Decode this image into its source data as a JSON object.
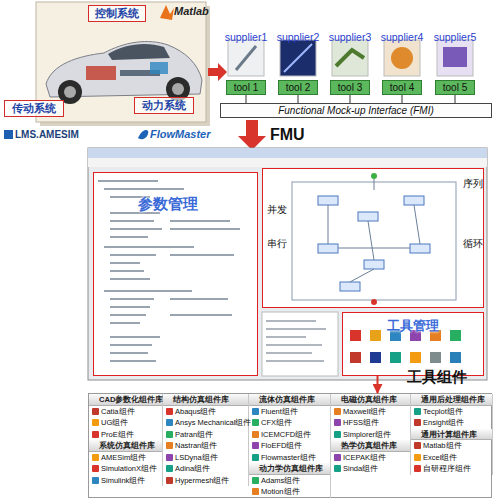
{
  "diagram": {
    "nodes": [
      {
        "text": [
          "控制系统"
        ]
      },
      {
        "text": [
          "传动系统"
        ]
      },
      {
        "text": [
          "动力系统"
        ]
      },
      {
        "text": [
          "supplier1",
          "tool 1"
        ]
      },
      {
        "text": [
          "supplier2",
          "tool 2"
        ]
      },
      {
        "text": [
          "supplier3",
          "tool 3"
        ]
      },
      {
        "text": [
          "supplier4",
          "tool 4"
        ]
      },
      {
        "text": [
          "supplier5",
          "tool 5"
        ]
      },
      {
        "text": [
          "Functional Mock-up Interface (FMI)"
        ]
      },
      {
        "text": [
          "参数管理"
        ]
      },
      {
        "text": [
          "并发",
          "串行",
          "序列",
          "循环"
        ]
      },
      {
        "text": [
          "工具管理"
        ]
      },
      {
        "text": [
          "工具组件"
        ]
      },
      {
        "text": [
          "CAD参数化组件库",
          "Catia组件",
          "UG组件",
          "ProE组件"
        ],
        "in": 12
      },
      {
        "text": [
          "系统仿真组件库",
          "AMESim组件",
          "SimulationX组件",
          "Simulink组件"
        ],
        "in": 12
      },
      {
        "text": [
          "结构仿真组件库",
          "Abaqus组件",
          "Ansys Mechanical组件",
          "Patran组件",
          "Nastran组件",
          "LSDyna组件",
          "Adina组件",
          "Hypermesh组件"
        ],
        "in": 12
      },
      {
        "text": [
          "流体仿真组件库",
          "Fluent组件",
          "CFX组件",
          "ICEMCFD组件",
          "FloEFD组件",
          "Flowmaster组件"
        ],
        "in": 12
      },
      {
        "text": [
          "动力学仿真组件库",
          "Adams组件",
          "Motion组件"
        ],
        "in": 12
      },
      {
        "text": [
          "电磁仿真组件库",
          "Maxwell组件",
          "HFSS组件",
          "Simplorer组件"
        ],
        "in": 12
      },
      {
        "text": [
          "热学仿真组件库",
          "ICEPAK组件",
          "Sinda组件"
        ],
        "in": 12
      },
      {
        "text": [
          "通用后处理组件库",
          "Tecplot组件",
          "Ensight组件"
        ],
        "in": 12
      },
      {
        "text": [
          "通用计算组件库",
          "Matlab组件",
          "Excel组件",
          "自研程序组件"
        ],
        "in": 12
      }
    ],
    "edges": [
      {
        "from": 3,
        "to": 8,
        "arrow": "none"
      },
      {
        "from": 4,
        "to": 8,
        "arrow": "none"
      },
      {
        "from": 5,
        "to": 8,
        "arrow": "none"
      },
      {
        "from": 6,
        "to": 8,
        "arrow": "none"
      },
      {
        "from": 7,
        "to": 8,
        "arrow": "none"
      },
      {
        "from": 11,
        "to": 12,
        "arrow": "to"
      }
    ],
    "labels": [
      "Matlab",
      "LMS.AMESIM",
      "FlowMaster",
      "FMU"
    ]
  }
}
